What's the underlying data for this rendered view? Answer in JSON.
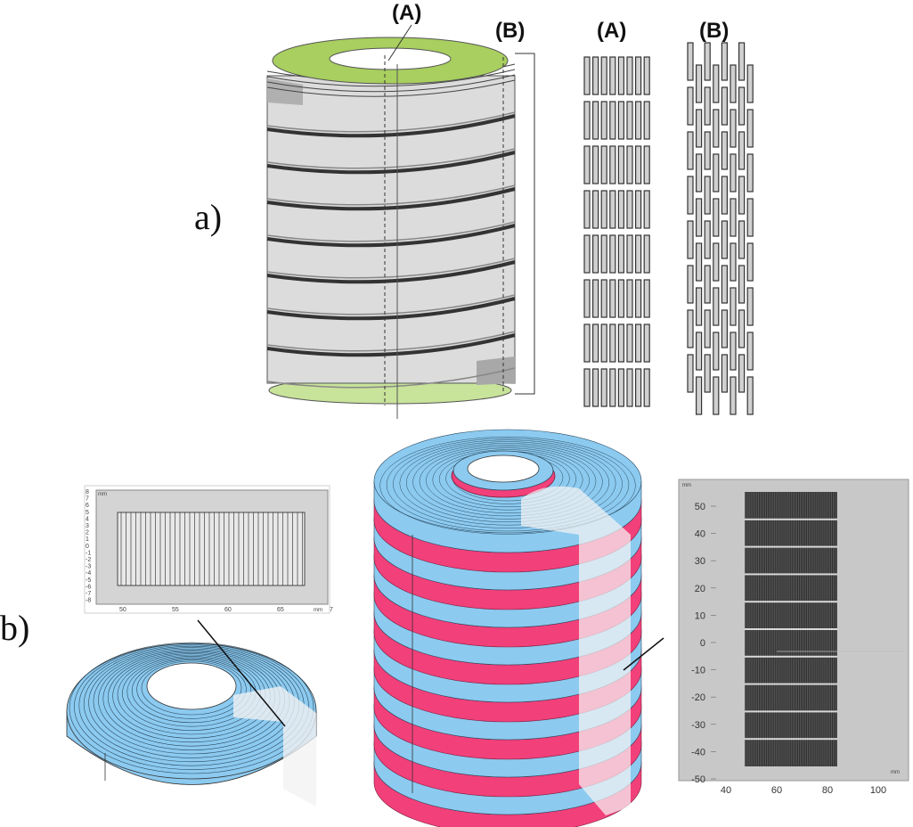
{
  "panels": {
    "a": {
      "label": "a)",
      "section_a_label": "(A)",
      "section_b_label": "(B)",
      "detail_a_label": "(A)",
      "detail_b_label": "(B)"
    },
    "b": {
      "label": "b)"
    }
  },
  "small_plot": {
    "unit_y": "mm",
    "unit_x": "mm",
    "y_ticks": [
      "8",
      "7",
      "6",
      "5",
      "4",
      "3",
      "2",
      "1",
      "0",
      "-1",
      "-2",
      "-3",
      "-4",
      "-5",
      "-6",
      "-7",
      "-8"
    ],
    "x_ticks": [
      "50",
      "55",
      "60",
      "65",
      "7"
    ]
  },
  "large_plot": {
    "unit_y": "mm",
    "unit_x": "mm",
    "y_ticks": [
      "50",
      "40",
      "30",
      "20",
      "10",
      "0",
      "-10",
      "-20",
      "-30",
      "-40",
      "-50"
    ],
    "x_ticks": [
      "40",
      "60",
      "80",
      "100"
    ]
  },
  "colors": {
    "green": "#a8cf5f",
    "light_green": "#c8e39a",
    "gray": "#d9d9d9",
    "dark_gray": "#a6a6a6",
    "blue": "#8ccaf0",
    "pink": "#f2407a"
  }
}
